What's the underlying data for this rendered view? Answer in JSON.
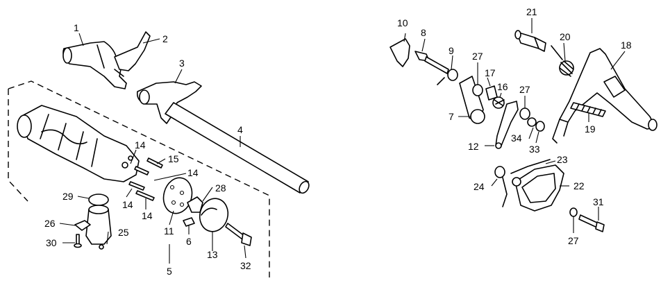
{
  "callouts": {
    "c1": "1",
    "c2": "2",
    "c3": "3",
    "c4": "4",
    "c5": "5",
    "c6": "6",
    "c7": "7",
    "c8": "8",
    "c9": "9",
    "c10": "10",
    "c11": "11",
    "c12": "12",
    "c13": "13",
    "c14a": "14",
    "c14b": "14",
    "c14c": "14",
    "c14d": "14",
    "c15": "15",
    "c16": "16",
    "c17": "17",
    "c18": "18",
    "c19": "19",
    "c20": "20",
    "c21": "21",
    "c22": "22",
    "c23": "23",
    "c24": "24",
    "c25": "25",
    "c26": "26",
    "c27a": "27",
    "c27b": "27",
    "c27c": "27",
    "c28": "28",
    "c29": "29",
    "c30": "30",
    "c31": "31",
    "c32": "32",
    "c33": "33",
    "c34": "34"
  }
}
